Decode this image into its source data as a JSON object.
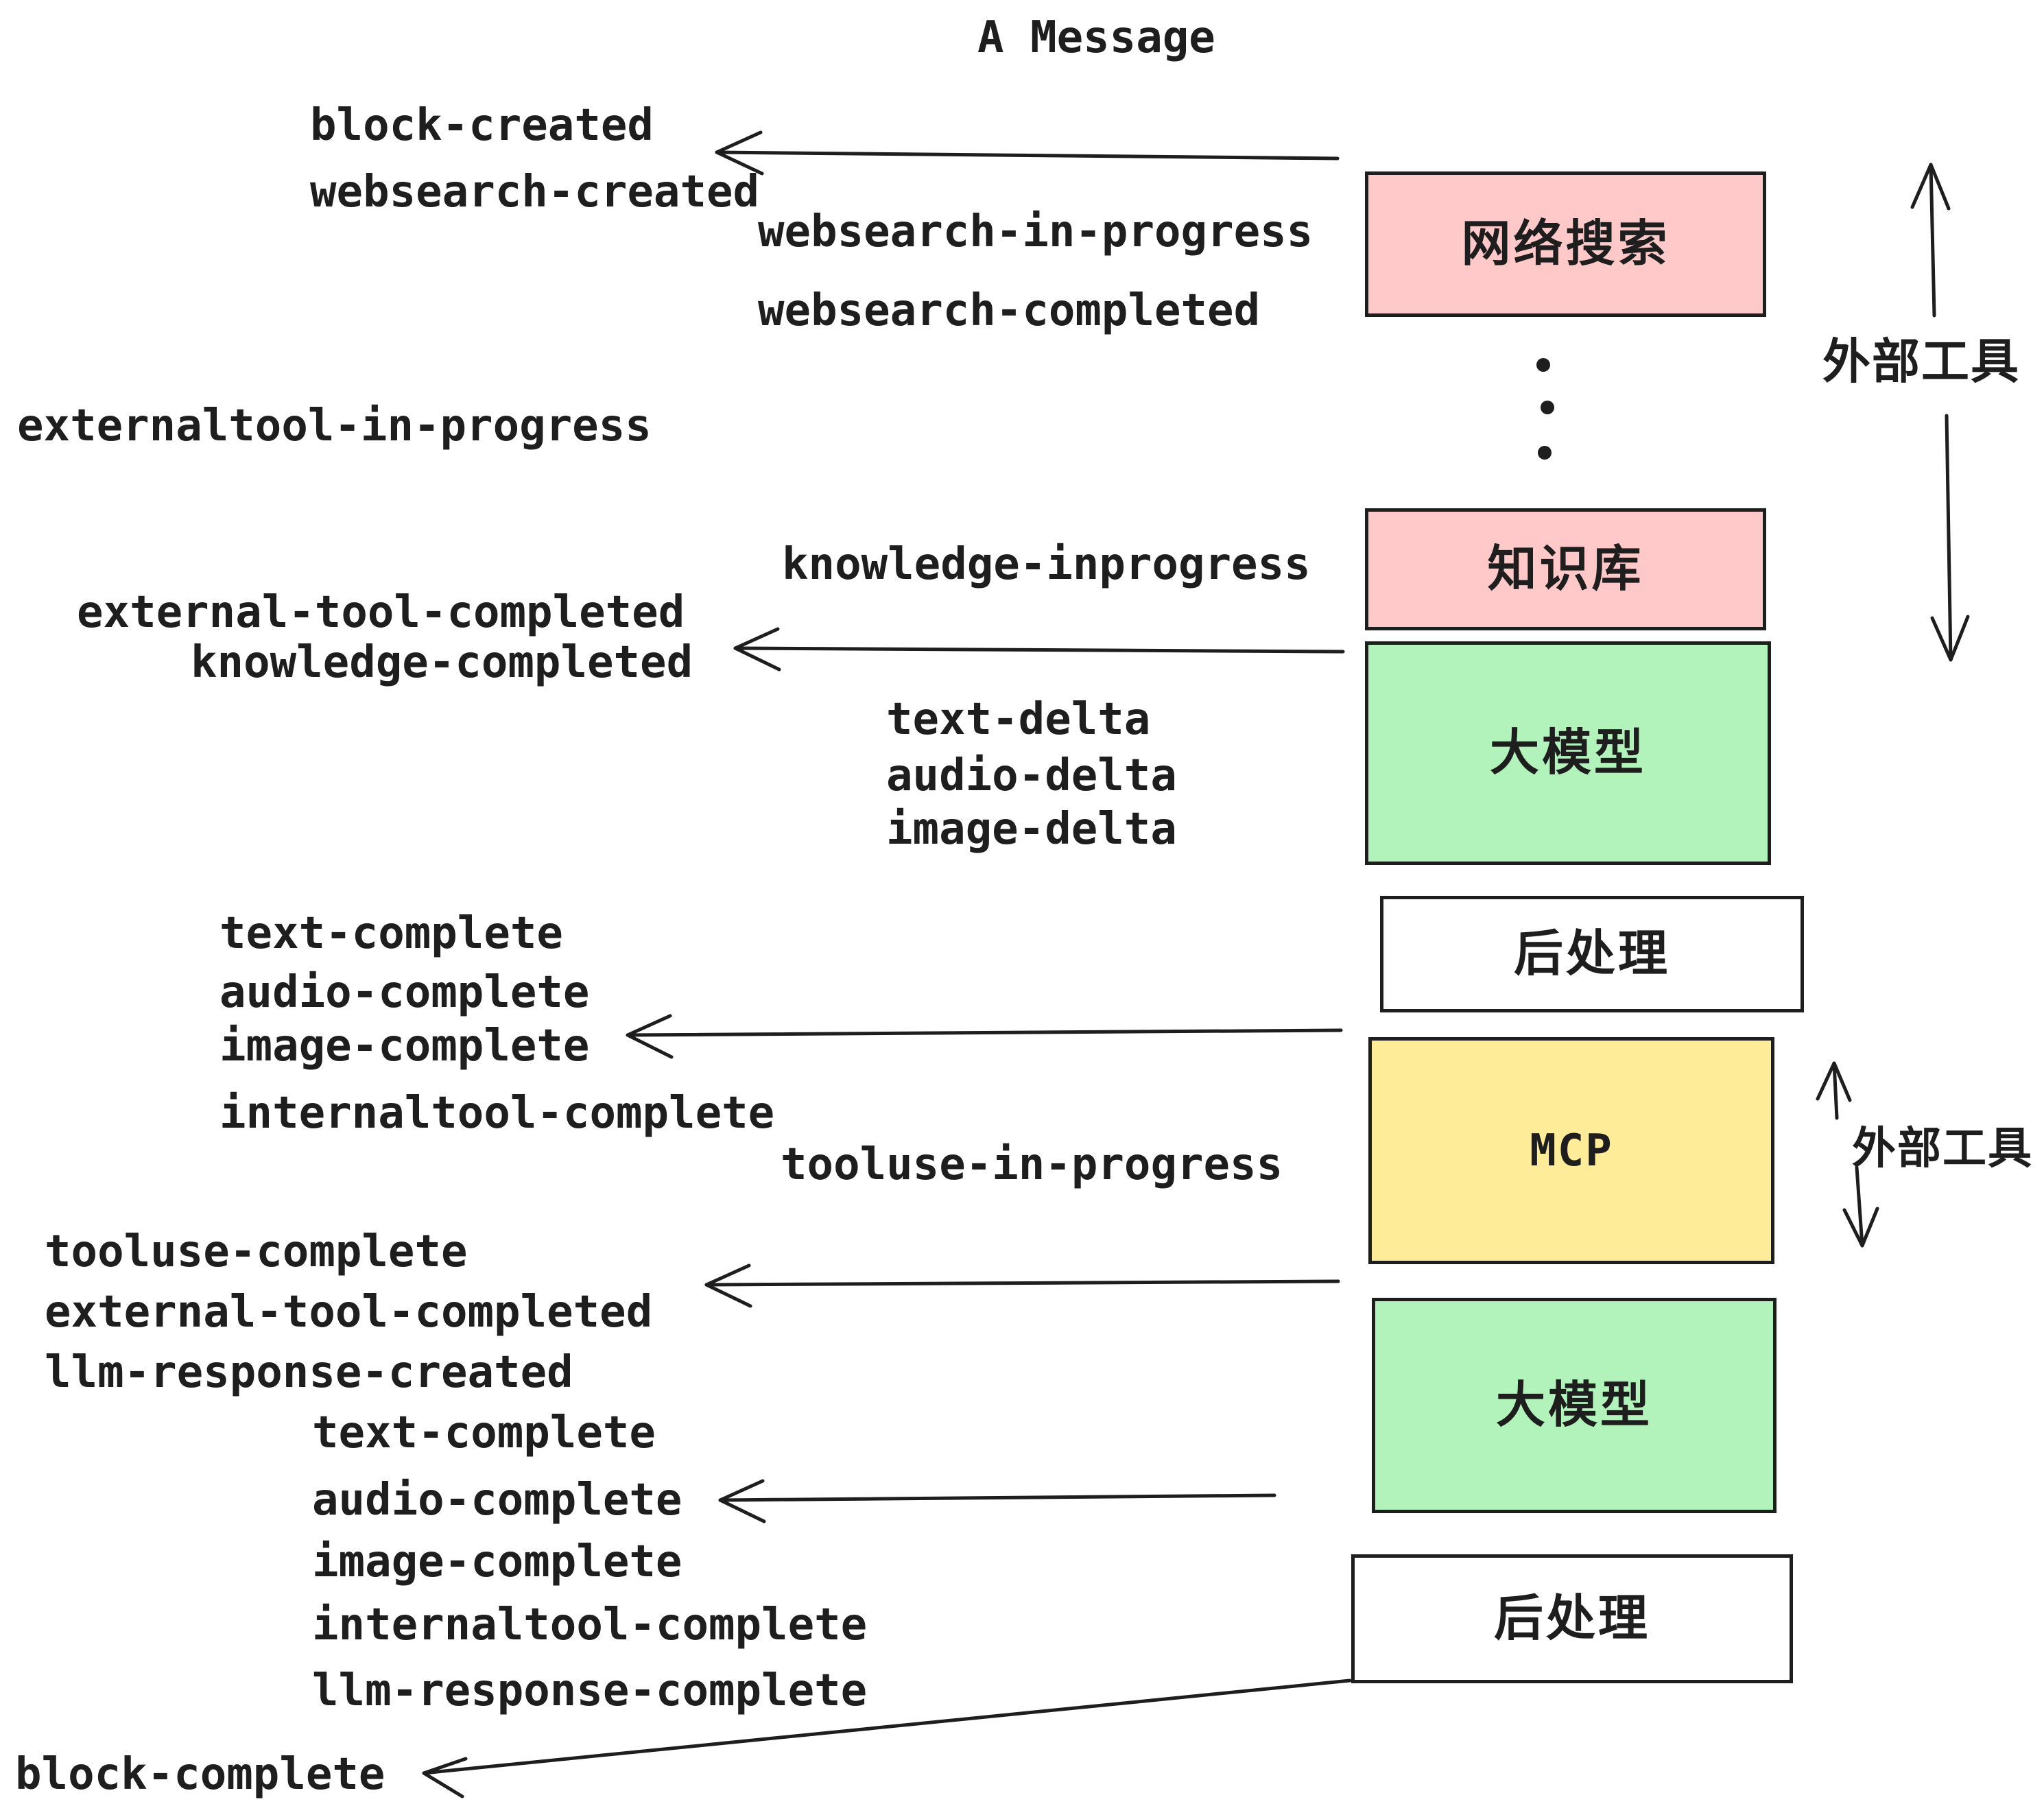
{
  "title": "A Message",
  "events": {
    "block_created": "block-created",
    "websearch_created": "websearch-created",
    "websearch_in_progress": "websearch-in-progress",
    "websearch_completed": "websearch-completed",
    "externaltool_in_progress": "externaltool-in-progress",
    "knowledge_inprogress": "knowledge-inprogress",
    "external_tool_completed": "external-tool-completed",
    "knowledge_completed": "knowledge-completed",
    "text_delta": "text-delta",
    "audio_delta": "audio-delta",
    "image_delta": "image-delta",
    "text_complete": "text-complete",
    "audio_complete": "audio-complete",
    "image_complete": "image-complete",
    "internaltool_complete": "internaltool-complete",
    "tooluse_in_progress": "tooluse-in-progress",
    "tooluse_complete": "tooluse-complete",
    "llm_response_created": "llm-response-created",
    "llm_response_complete": "llm-response-complete",
    "block_complete": "block-complete"
  },
  "boxes": [
    {
      "id": "websearch",
      "label": "网络搜索",
      "color": "#ffc9c9"
    },
    {
      "id": "knowledge",
      "label": "知识库",
      "color": "#ffc9c9"
    },
    {
      "id": "llm-1",
      "label": "大模型",
      "color": "#b2f2bb"
    },
    {
      "id": "postprocess-1",
      "label": "后处理",
      "color": "#ffffff"
    },
    {
      "id": "mcp",
      "label": "MCP",
      "color": "#ffec99"
    },
    {
      "id": "llm-2",
      "label": "大模型",
      "color": "#b2f2bb"
    },
    {
      "id": "postprocess-2",
      "label": "后处理",
      "color": "#ffffff"
    }
  ],
  "annotations": {
    "external_tools_top": "外部工具",
    "external_tools_bottom": "外部工具"
  },
  "colors": {
    "ink": "#1e1e1e",
    "pink": "#ffc9c9",
    "green": "#b2f2bb",
    "yellow": "#ffec99",
    "white": "#ffffff",
    "background": "#ffffff"
  }
}
